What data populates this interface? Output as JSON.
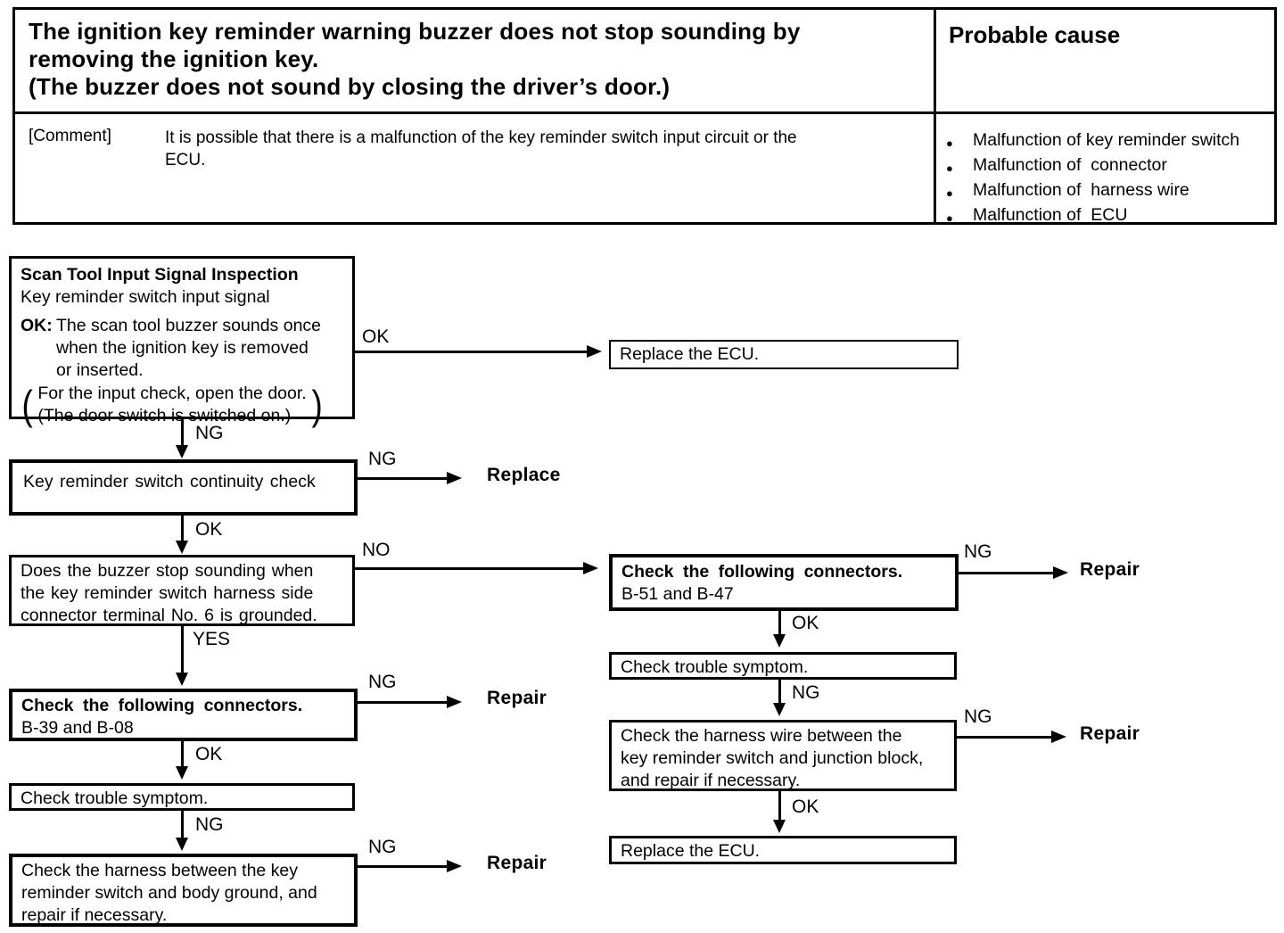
{
  "header": {
    "problem": "The ignition key reminder warning buzzer does not stop sounding by\nremoving the ignition key.\n(The buzzer does not sound by closing the driver’s door.)",
    "probable_cause_title": "Probable cause"
  },
  "comment": {
    "label": "[Comment]",
    "text": "It is possible that there is a malfunction of the key reminder switch input circuit or the\nECU.",
    "bullet": "●",
    "causes": [
      "Malfunction of key reminder switch",
      "Malfunction of  connector",
      "Malfunction of  harness wire",
      "Malfunction of  ECU"
    ]
  },
  "flow": {
    "labels": {
      "ok": "OK",
      "ng": "NG",
      "no": "NO",
      "yes": "YES"
    },
    "terminals": {
      "replace": "Replace",
      "repair": "Repair"
    },
    "boxes": {
      "scan_tool": {
        "title": "Scan Tool Input Signal Inspection",
        "subtitle": "Key reminder switch input signal",
        "ok_label": "OK:",
        "ok_text": "The scan tool buzzer sounds once\nwhen the ignition key is removed\nor inserted.",
        "paren_open": "(",
        "paren_text": "For the input check, open the door.\n(The door switch is switched on.)",
        "paren_close": ")"
      },
      "replace_ecu_top": {
        "text": "Replace the ECU."
      },
      "continuity": {
        "text": "Key reminder switch continuity check"
      },
      "buzzer_stop": {
        "text": "Does the buzzer stop sounding when\nthe key reminder switch harness side\nconnector terminal No. 6 is grounded."
      },
      "connectors_b39": {
        "title": "Check the following connectors.",
        "detail": "B-39 and B-08"
      },
      "trouble_left": {
        "text": "Check trouble symptom."
      },
      "harness_body": {
        "text": "Check the harness between the key\nreminder switch and body ground, and\nrepair if necessary."
      },
      "connectors_b51": {
        "title": "Check the following connectors.",
        "detail": "B-51 and B-47"
      },
      "trouble_right": {
        "text": "Check trouble symptom."
      },
      "harness_junction": {
        "text": "Check the harness wire between the\nkey reminder switch and junction block,\nand repair if necessary."
      },
      "replace_ecu_bottom": {
        "text": "Replace the ECU."
      }
    }
  }
}
